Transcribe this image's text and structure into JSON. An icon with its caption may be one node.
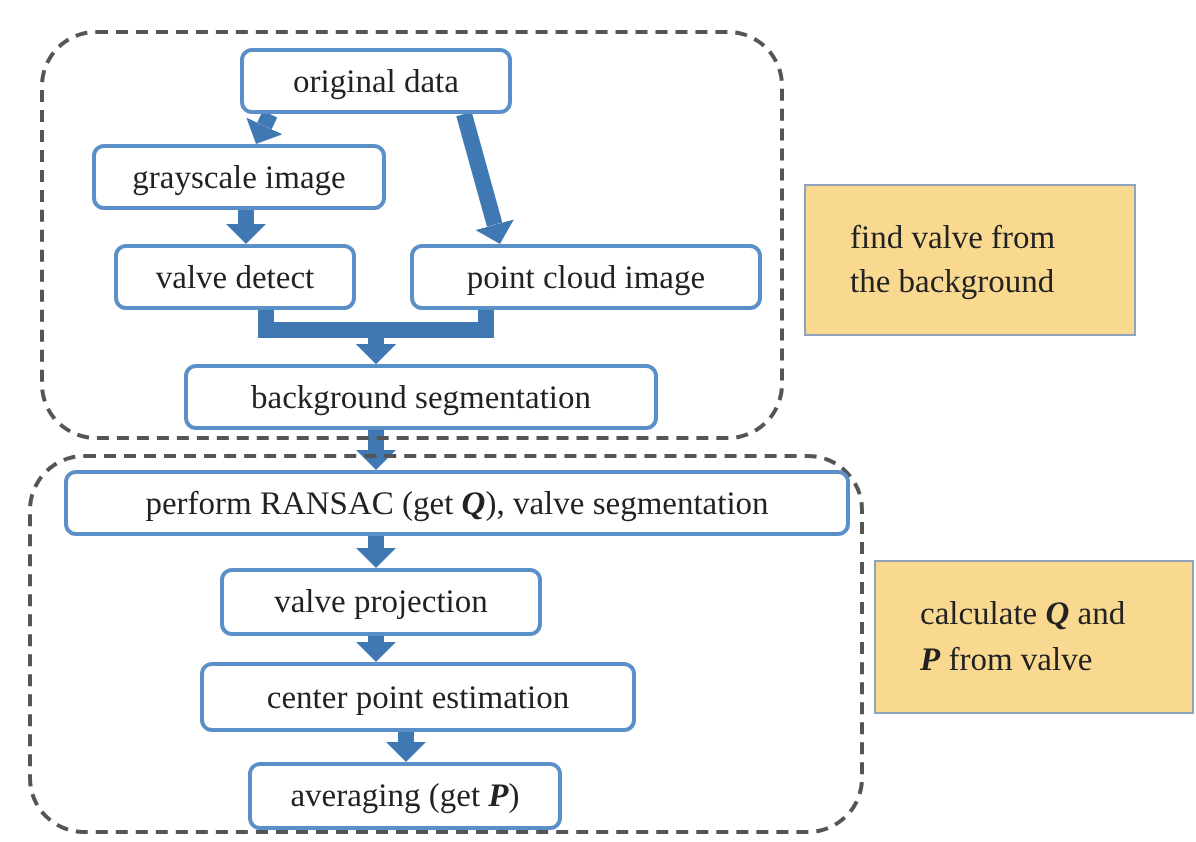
{
  "diagram": {
    "nodes": [
      {
        "text": [],
        "shape": "box"
      },
      {
        "text": [
          "original data"
        ],
        "in": 0
      },
      {
        "text": [
          "grayscale image"
        ],
        "in": 0
      },
      {
        "text": [
          "valve detect"
        ],
        "in": 0
      },
      {
        "text": [
          "point cloud image"
        ],
        "in": 0
      },
      {
        "text": [
          "background segmentation"
        ],
        "in": 0
      },
      {
        "text": [
          "find valve from the background"
        ]
      },
      {
        "text": [],
        "shape": "box"
      },
      {
        "text": [
          "perform RANSAC (get **Q**), valve segmentation"
        ],
        "in": 7
      },
      {
        "text": [
          "valve projection"
        ],
        "in": 7
      },
      {
        "text": [
          "center point estimation"
        ],
        "in": 7
      },
      {
        "text": [
          "averaging (get **P**)"
        ],
        "in": 7
      },
      {
        "text": [
          "calculate **Q** and **P** from valve"
        ]
      }
    ],
    "edges": [
      {
        "from": 1,
        "to": 2,
        "arrow": "to"
      },
      {
        "from": 1,
        "to": 4,
        "arrow": "to"
      },
      {
        "from": 2,
        "to": 3,
        "arrow": "to"
      },
      {
        "from": 3,
        "to": 5,
        "arrow": "to"
      },
      {
        "from": 4,
        "to": 5,
        "arrow": "to"
      },
      {
        "from": 5,
        "to": 8,
        "arrow": "to"
      },
      {
        "from": 8,
        "to": 9,
        "arrow": "to"
      },
      {
        "from": 9,
        "to": 10,
        "arrow": "to"
      },
      {
        "from": 10,
        "to": 11,
        "arrow": "to"
      }
    ]
  }
}
